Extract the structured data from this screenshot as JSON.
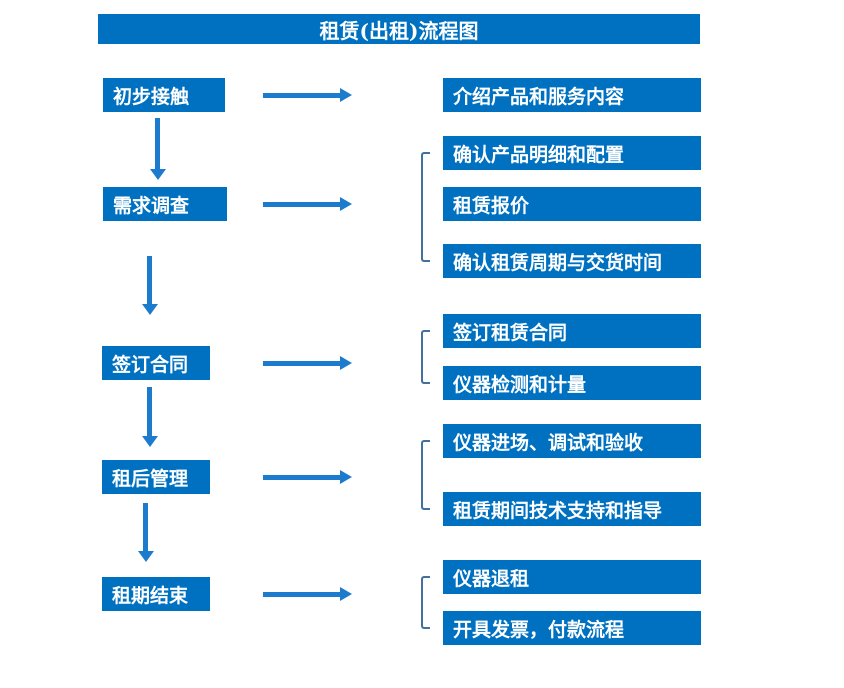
{
  "title": "租赁(出租)流程图",
  "colors": {
    "box": "#0071c1",
    "arrow": "#1d7bce",
    "bracket": "#41719c"
  },
  "steps": [
    {
      "label": "初步接触"
    },
    {
      "label": "需求调查"
    },
    {
      "label": "签订合同"
    },
    {
      "label": "租后管理"
    },
    {
      "label": "租期结束"
    }
  ],
  "details": [
    {
      "label": "介绍产品和服务内容"
    },
    {
      "label": "确认产品明细和配置"
    },
    {
      "label": "租赁报价"
    },
    {
      "label": "确认租赁周期与交货时间"
    },
    {
      "label": "签订租赁合同"
    },
    {
      "label": "仪器检测和计量"
    },
    {
      "label": "仪器进场、调试和验收"
    },
    {
      "label": "租赁期间技术支持和指导"
    },
    {
      "label": "仪器退租"
    },
    {
      "label": "开具发票，付款流程"
    }
  ]
}
